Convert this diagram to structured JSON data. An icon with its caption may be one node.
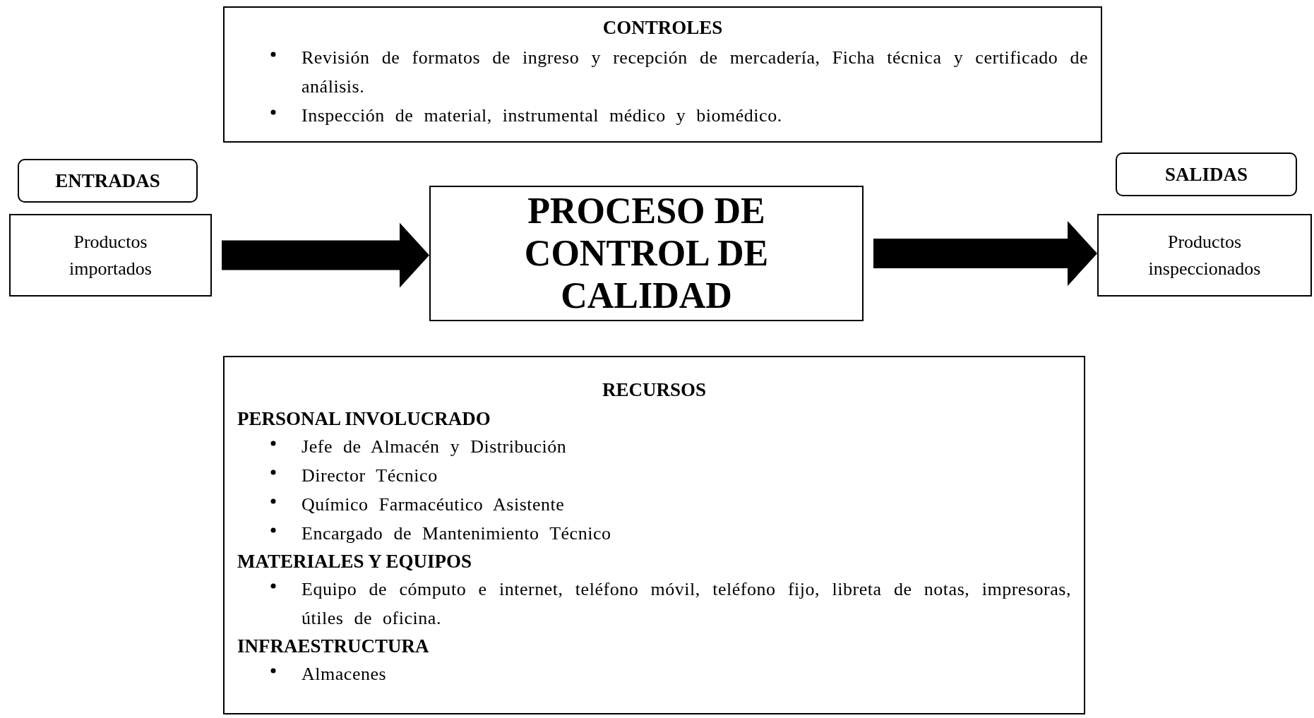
{
  "diagram": {
    "nodes": [
      {
        "text": [
          "CONTROLES",
          "Revisión de formatos de ingreso y recepción de mercadería, Ficha técnica y certificado de análisis.",
          "Inspección de material, instrumental médico y biomédico."
        ]
      },
      {
        "text": [
          "ENTRADAS"
        ]
      },
      {
        "text": [
          "Productos importados"
        ]
      },
      {
        "text": [
          "PROCESO DE CONTROL DE CALIDAD"
        ]
      },
      {
        "text": [
          "SALIDAS"
        ]
      },
      {
        "text": [
          "Productos inspeccionados"
        ]
      },
      {
        "text": [
          "RECURSOS",
          "PERSONAL INVOLUCRADO",
          "Jefe de Almacén y Distribución",
          "Director Técnico",
          "Químico Farmacéutico Asistente",
          "Encargado de Mantenimiento Técnico",
          "MATERIALES Y EQUIPOS",
          "Equipo de cómputo e internet, teléfono móvil, teléfono fijo, libreta de notas, impresoras, útiles de oficina.",
          "INFRAESTRUCTURA",
          "Almacenes"
        ]
      }
    ],
    "edges": [
      {
        "from": 2,
        "to": 3,
        "arrow": "to"
      },
      {
        "from": 3,
        "to": 5,
        "arrow": "to"
      }
    ]
  }
}
